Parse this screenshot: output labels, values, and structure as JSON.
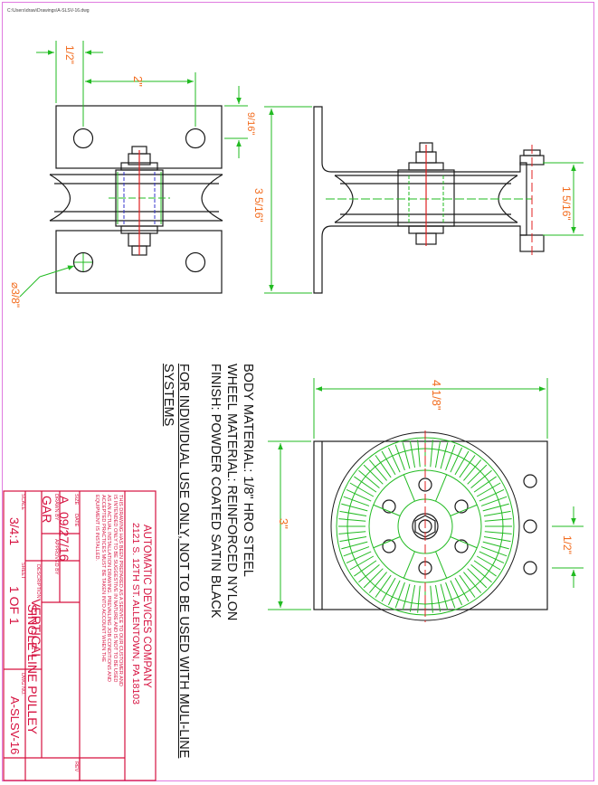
{
  "header_note": "C:\\Users\\draw\\Drawings\\A-SLSV-16.dwg",
  "dimensions": {
    "half_top": "1/2\"",
    "two": "2\"",
    "nine_sixteenth": "9/16\"",
    "three_5_16": "3 5/16\"",
    "one_5_16": "1 5/16\"",
    "hole_dia": "⌀3/8\"",
    "four_1_8": "4 1/8\"",
    "three": "3\"",
    "half_side": "1/2\""
  },
  "notes": {
    "body": "BODY MATERIAL: 1/8\" HRO STEEL",
    "wheel": "WHEEL MATERIAL: REINFORCED NYLON",
    "finish": "FINISH: POWDER COATED SATIN BLACK",
    "use_line1": "FOR INDIVIDUAL USE ONLY, NOT TO BE USED WITH MULI-LINE",
    "use_line2": "SYSTEMS"
  },
  "title_block": {
    "company": "AUTOMATIC DEVICES COMPANY",
    "address": "2121 S. 12TH ST. ALLENTOWN, PA 18103",
    "disclaimer": [
      "THIS DRAWING HAS BEEN PREPARED AS A SERVICE TO OUR CUSTOMER AND",
      "IS INTENDED ONLY TO BE SUGGESTIVE IN NATURE AND IS NOT TO BE USED",
      "AS AN ACTUAL INSTALLATION DRAWING. PREVAILING JOB CONDITIONS AND",
      "ACCEPTED PRACTICES MUST BE TAKEN INTO ACCOUNT WHEN THE",
      "EQUIPMENT IS INSTALLED."
    ],
    "size_label": "SIZE",
    "size_value": "A",
    "date_label": "DATE",
    "date_value": "09/27/16",
    "drawn_by_label": "DRAWN BY",
    "drawn_by_value": "GAR",
    "approved_by_label": "APPROVED BY",
    "description_label": "DESCRIPTION",
    "description_line1": "VERTICAL",
    "description_line2": "SINGLE LINE PULLEY",
    "scale_label": "SCALE",
    "scale_value": "3/4:1",
    "sheet_label": "SHEET",
    "sheet_value": "1 OF 1",
    "dwg_no_label": "DWG NO.",
    "dwg_no_value": "A-SLSV-16",
    "rev_label": "REV"
  },
  "colors": {
    "frame": "#e07be0",
    "outline": "#1a1a1a",
    "dimension": "#22bb22",
    "dimension_text": "#f26b1d",
    "centerline": "#e02020",
    "hidden": "#3333cc",
    "title_block": "#d6113f"
  }
}
